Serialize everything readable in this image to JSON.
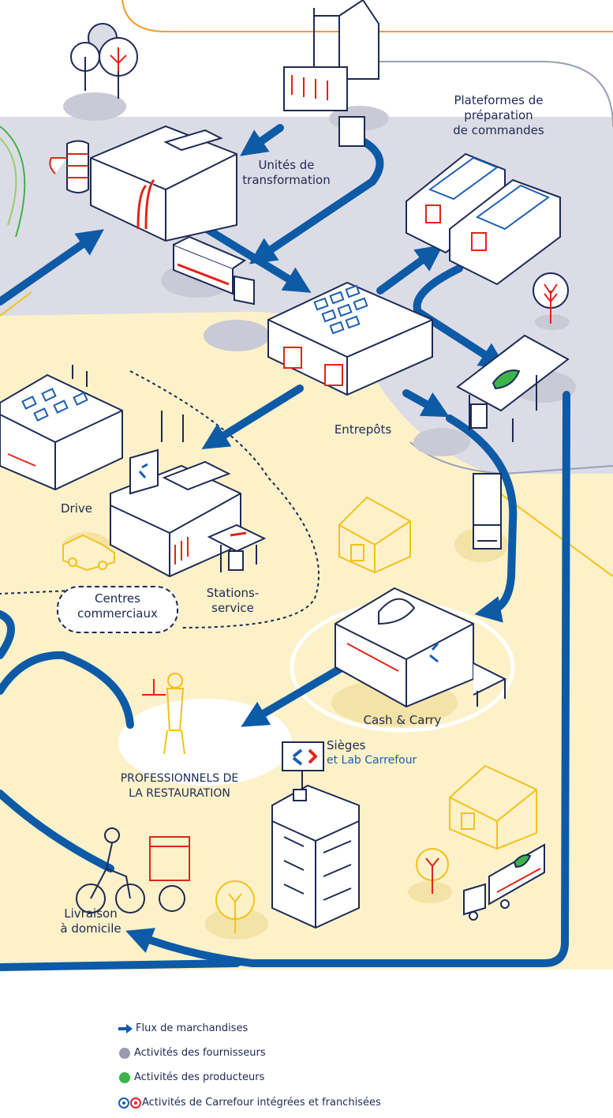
{
  "labels": {
    "platforms": "Plateformes de\npréparation\nde commandes",
    "units": "Unités de\ntransformation",
    "warehouses": "Entrepôts",
    "drive": "Drive",
    "malls": "Centres\ncommerciaux",
    "stations": "Stations-\nservice",
    "cash_carry": "Cash & Carry",
    "hq_title": "Sièges",
    "hq_sub": "et Lab Carrefour",
    "restaurants": "PROFESSIONNELS DE\nLA RESTAURATION",
    "delivery": "Livraison\nà domicile"
  },
  "legend": {
    "flow": "Flux de marchandises",
    "suppliers": "Activités des fournisseurs",
    "producers": "Activités des producteurs",
    "carrefour": "Activités de Carrefour intégrées et franchisées"
  },
  "colors": {
    "flow": "#0d5aa7",
    "navy": "#1d2a55",
    "suppliers_zone": "#dcdce6",
    "carrefour_zone": "#fdf1c9",
    "producers": "#3cb44a",
    "accent_red": "#e2231a",
    "accent_orange": "#f39c2d",
    "accent_yellow": "#f3c11b"
  },
  "icons": [
    "flow-arrow-icon",
    "grey-dot-icon",
    "green-dot-icon",
    "double-ring-icon"
  ]
}
